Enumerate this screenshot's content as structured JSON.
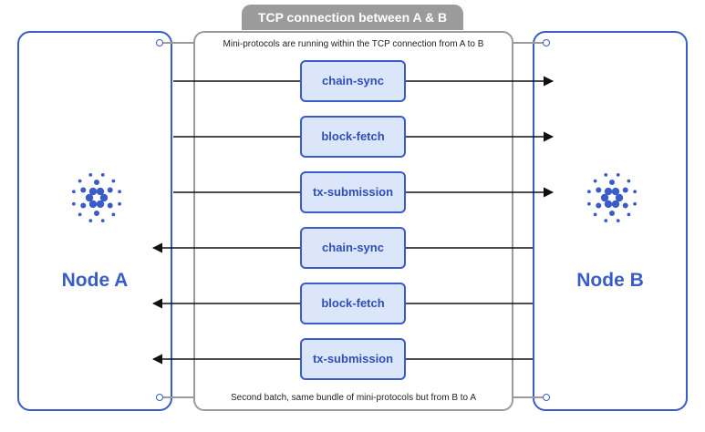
{
  "tcp_title": "TCP connection between A & B",
  "top_note": "Mini-protocols are running within the TCP connection from A to B",
  "bottom_note": "Second batch, same bundle of mini-protocols but from B to A",
  "node_a": {
    "label": "Node A",
    "icon": "cardano-logo-icon"
  },
  "node_b": {
    "label": "Node B",
    "icon": "cardano-logo-icon"
  },
  "protocols": [
    {
      "label": "chain-sync",
      "direction": "A to B"
    },
    {
      "label": "block-fetch",
      "direction": "A to B"
    },
    {
      "label": "tx-submission",
      "direction": "A to B"
    },
    {
      "label": "chain-sync",
      "direction": "B to A"
    },
    {
      "label": "block-fetch",
      "direction": "B to A"
    },
    {
      "label": "tx-submission",
      "direction": "B to A"
    }
  ],
  "colors": {
    "node_border": "#3a5cc8",
    "protocol_fill": "#dce6fb",
    "tcp_border": "#9b9b9b",
    "arrow": "#111111"
  }
}
